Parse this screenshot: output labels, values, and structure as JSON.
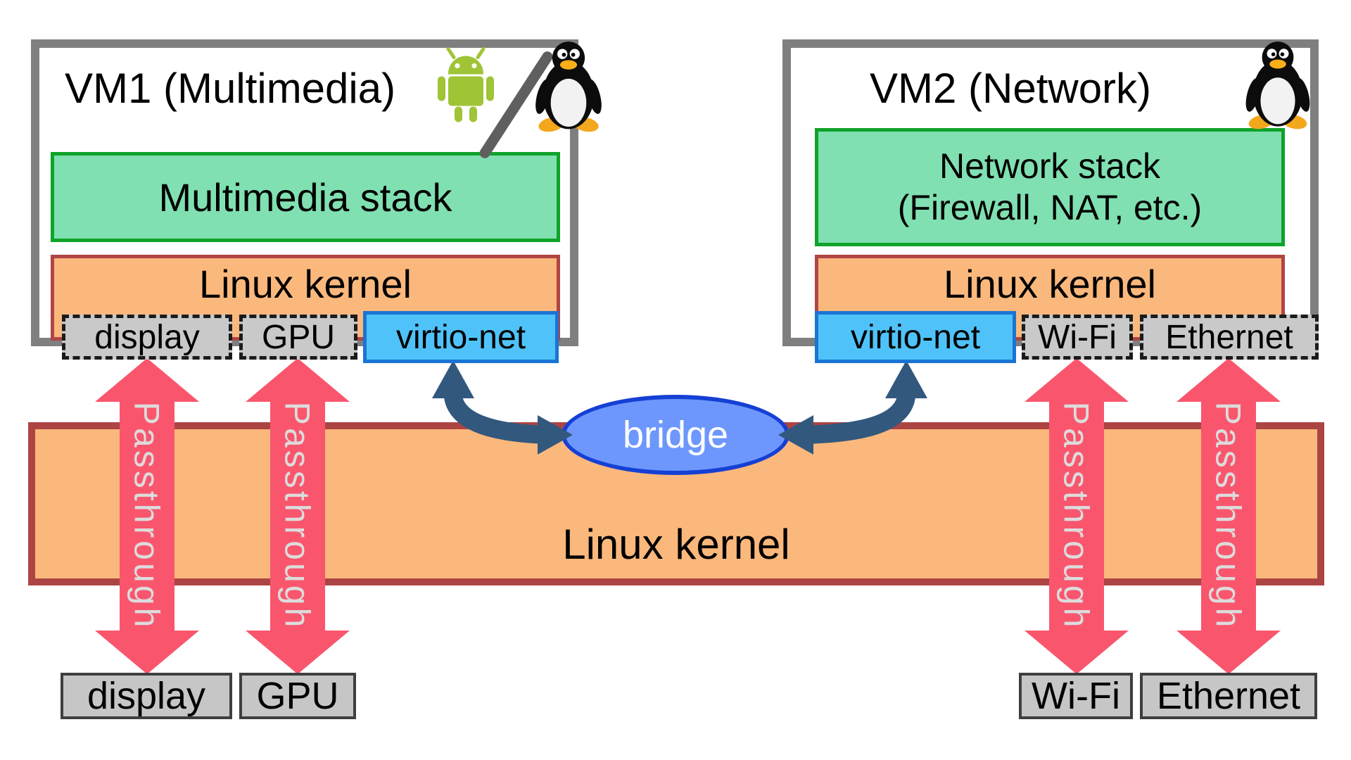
{
  "diagram": {
    "vm1": {
      "title": "VM1 (Multimedia)",
      "stack": "Multimedia stack",
      "kernel": "Linux kernel",
      "devices": {
        "display": "display",
        "gpu": "GPU",
        "virtio": "virtio-net"
      }
    },
    "vm2": {
      "title": "VM2 (Network)",
      "stack_line1": "Network stack",
      "stack_line2": "(Firewall, NAT, etc.)",
      "kernel": "Linux kernel",
      "devices": {
        "virtio": "virtio-net",
        "wifi": "Wi-Fi",
        "ethernet": "Ethernet"
      }
    },
    "host": {
      "kernel": "Linux kernel",
      "bridge": "bridge",
      "passthrough": "Passthrough"
    },
    "hardware": {
      "display": "display",
      "gpu": "GPU",
      "wifi": "Wi-Fi",
      "ethernet": "Ethernet"
    },
    "icons": {
      "android": "android-logo",
      "tux": "tux-logo",
      "slash": "slash-separator"
    },
    "colors": {
      "vm_border": "#7f7f7f",
      "stack_fill": "#80e0b1",
      "stack_border": "#10a32a",
      "kernel_fill": "#fbb87c",
      "kernel_border": "#b04545",
      "device_fill": "#c9c9c9",
      "virtio_fill": "#4fc3f9",
      "virtio_border": "#1b74d4",
      "bridge_fill": "#6d97fc",
      "bridge_border": "#1540d4",
      "net_arrow": "#32587e",
      "passthrough_arrow": "#f9566e",
      "hw_fill": "#c6c6c6",
      "android_green": "#9fc436"
    }
  }
}
